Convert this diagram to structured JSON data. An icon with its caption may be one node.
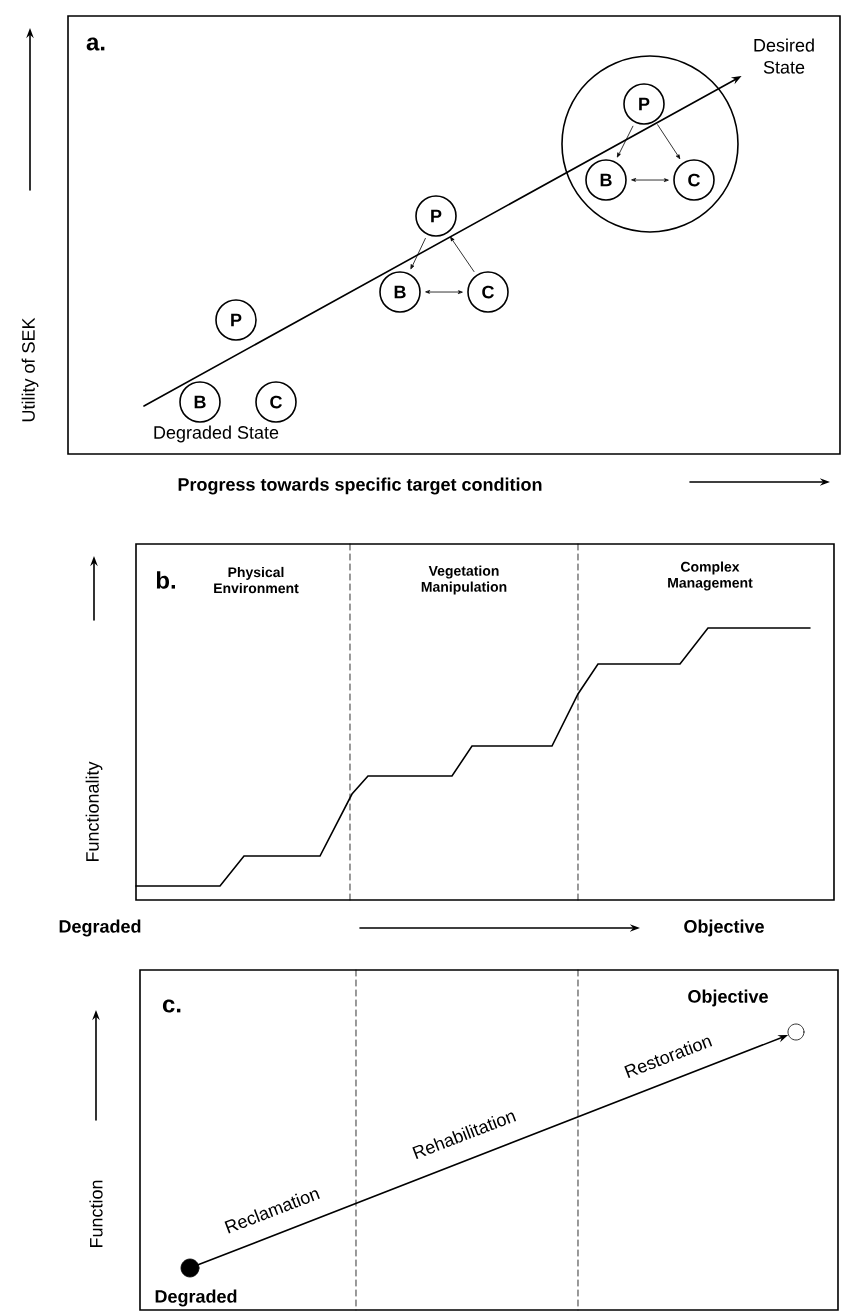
{
  "diagram": {
    "nodes": [
      {
        "text": [
          "Desired State"
        ]
      },
      {
        "text": [],
        "shape": "circle"
      },
      {
        "text": [
          "P"
        ],
        "in": 1
      },
      {
        "text": [
          "B"
        ],
        "in": 1
      },
      {
        "text": [
          "C"
        ],
        "in": 1
      },
      {
        "text": [
          "P"
        ]
      },
      {
        "text": [
          "B"
        ]
      },
      {
        "text": [
          "C"
        ]
      },
      {
        "text": [
          "P"
        ]
      },
      {
        "text": [
          "B"
        ]
      },
      {
        "text": [
          "C"
        ]
      },
      {
        "text": [],
        "shape": "circle",
        "beside": [
          "Objective"
        ]
      },
      {
        "text": [],
        "shape": "circle",
        "beside": [
          "Degraded"
        ]
      }
    ],
    "edges": [
      {
        "from": null,
        "to": 0,
        "arrow": "to"
      },
      {
        "from": 2,
        "to": 3,
        "arrow": "to"
      },
      {
        "from": 2,
        "to": 4,
        "arrow": "to"
      },
      {
        "from": 3,
        "to": 4,
        "arrow": "both"
      },
      {
        "from": 5,
        "to": 6,
        "arrow": "to"
      },
      {
        "from": 7,
        "to": 5,
        "arrow": "to"
      },
      {
        "from": 6,
        "to": 7,
        "arrow": "both"
      },
      {
        "from": 12,
        "to": 11,
        "arrow": "to"
      }
    ],
    "labels": [
      "a.",
      "Degraded State",
      "Utility of SEK",
      "Progress towards specific target condition",
      "b.",
      "Physical Environment",
      "Vegetation Manipulation",
      "Complex Management",
      "Functionality",
      "Degraded",
      "Objective",
      "c.",
      "Reclamation",
      "Rehabilitation",
      "Restoration",
      "Function"
    ]
  }
}
